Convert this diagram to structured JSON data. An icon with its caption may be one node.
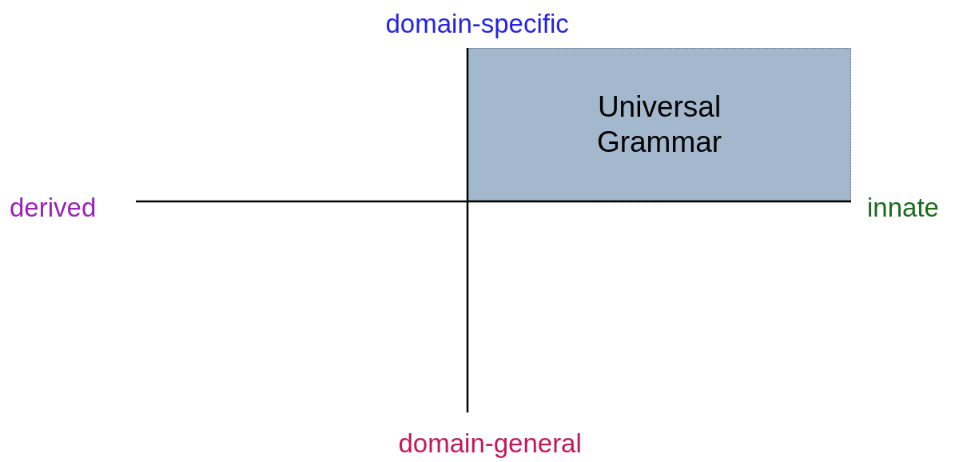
{
  "diagram": {
    "nodes": [
      {
        "text": [
          "Universal Grammar"
        ]
      }
    ],
    "labels": [
      "domain-specific",
      "derived",
      "innate",
      "domain-general"
    ]
  }
}
